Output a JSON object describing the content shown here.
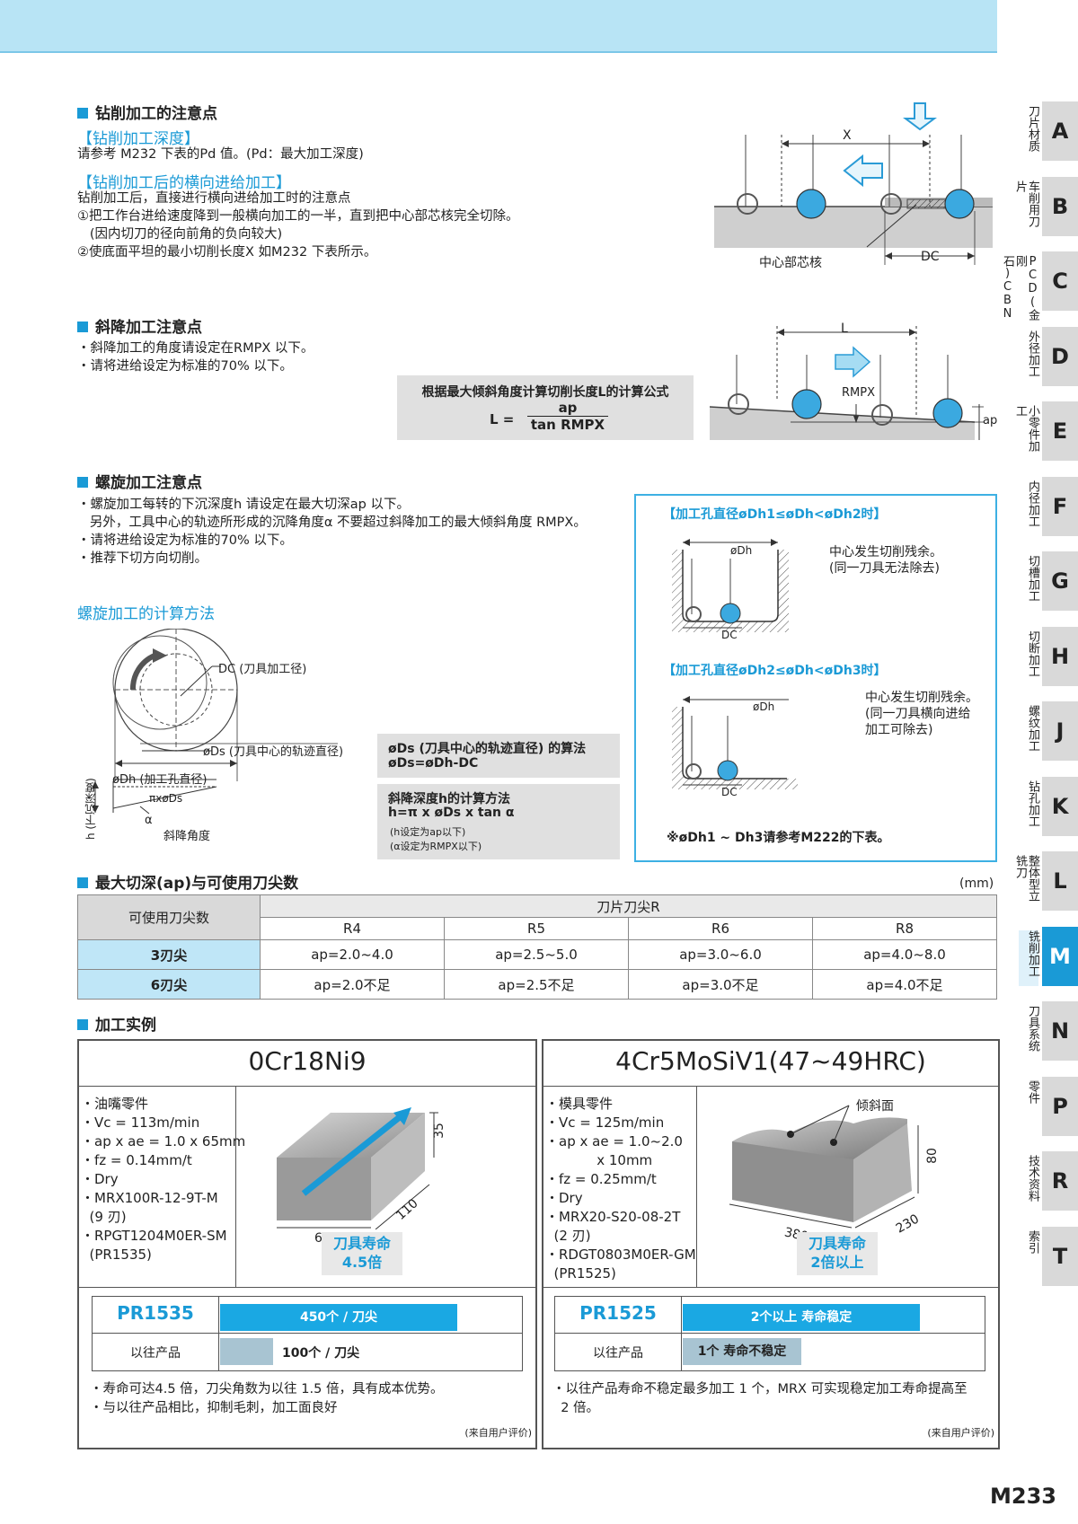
{
  "sec1": {
    "title": "钻削加工的注意点",
    "sub1": "【钻削加工深度】",
    "line1": "请参考 M232 下表的Pd 值。(Pd：最大加工深度)",
    "sub2": "【钻削加工后的横向进给加工】",
    "lines": [
      "钻削加工后，直接进行横向进给加工时的注意点",
      "①把工作台进给速度降到一般横向加工的一半，直到把中心部芯核完全切除。",
      "   (因内切刀的径向前角的负向较大)",
      "②使底面平坦的最小切削长度X 如M232 下表所示。"
    ],
    "fig_x": "X",
    "fig_core": "中心部芯核",
    "fig_dc": "DC"
  },
  "sec2": {
    "title": "斜降加工注意点",
    "lines": [
      "・斜降加工的角度请设定在RMPX 以下。",
      "・请将进给设定为标准的70% 以下。"
    ],
    "formula_title": "根据最大倾斜角度计算切削长度L的计算公式",
    "formula_l": "L =",
    "formula_num": "ap",
    "formula_den": "tan RMPX",
    "fig_l": "L",
    "fig_rmpx": "RMPX",
    "fig_ap": "ap"
  },
  "sec3": {
    "title": "螺旋加工注意点",
    "lines": [
      "・螺旋加工每转的下沉深度h 请设定在最大切深ap 以下。",
      "   另外，工具中心的轨迹所形成的沉降角度α 不要超过斜降加工的最大倾斜角度 RMPX。",
      "・请将进给设定为标准的70% 以下。",
      "・推荐下切方向切削。"
    ],
    "calc_title": "螺旋加工的计算方法",
    "fig_dc": "DC (刀具加工径)",
    "fig_ds": "øDs (刀具中心的轨迹直径)",
    "fig_dh": "øDh (加工孔直径)",
    "fig_pi": "πxøDs",
    "fig_h": "h (下沉深度)",
    "fig_alpha": "α",
    "fig_angle": "斜降角度",
    "box1_l1": "øDs (刀具中心的轨迹直径) 的算法",
    "box1_l2": "øDs=øDh-DC",
    "box2_l1": "斜降深度h的计算方法",
    "box2_l2": "h=π x øDs x tan α",
    "box2_l3": "(h设定为ap以下)",
    "box2_l4": "(α设定为RMPX以下)"
  },
  "helix_box": {
    "t1": "【加工孔直径øDh1≤øDh<øDh2时】",
    "dh1": "øDh",
    "note1": "中心发生切削残余。\n(同一刀具无法除去)",
    "dc1": "DC",
    "t2": "【加工孔直径øDh2≤øDh<øDh3时】",
    "dh2": "øDh",
    "note2": "中心发生切削残余。\n(同一刀具横向进给\n加工可除去)",
    "dc2": "DC",
    "foot": "※øDh1 ~ Dh3请参考M222的下表。"
  },
  "sec4": {
    "title": "最大切深(ap)与可使用刀尖数",
    "unit": "(mm)",
    "h_count": "可使用刀尖数",
    "h_group": "刀片刀尖R",
    "cols": [
      "R4",
      "R5",
      "R6",
      "R8"
    ],
    "rows": [
      {
        "label": "3刃尖",
        "vals": [
          "ap=2.0~4.0",
          "ap=2.5~5.0",
          "ap=3.0~6.0",
          "ap=4.0~8.0"
        ]
      },
      {
        "label": "6刃尖",
        "vals": [
          "ap=2.0不足",
          "ap=2.5不足",
          "ap=3.0不足",
          "ap=4.0不足"
        ]
      }
    ]
  },
  "sec5": {
    "title": "加工实例",
    "card1": {
      "title": "0Cr18Ni9",
      "spec": "・油嘴零件\n・Vc = 113m/min\n・ap x ae = 1.0 x 65mm\n・fz = 0.14mm/t\n・Dry\n・MRX100R-12-9T-M\n  (9 刃)\n・RPGT1204M0ER-SM\n  (PR1535)",
      "dim_h": "35",
      "dim_d": "110",
      "dim_w": "65",
      "life_l1": "刀具寿命",
      "life_l2": "4.5倍",
      "prod": "PR1535",
      "prod_val": "450个 / 刀尖",
      "prev": "以往产品",
      "prev_val": "100个 / 刀尖",
      "prod_fill": 0.8,
      "prev_fill": 0.18,
      "notes": "・寿命可达4.5 倍，刀尖角数为以往 1.5 倍，具有成本优势。\n・与以往产品相比，抑制毛刺，加工面良好",
      "source": "(来自用户评价)"
    },
    "card2": {
      "title": "4Cr5MoSiV1(47~49HRC)",
      "spec": "・模具零件\n・Vc = 125m/min\n・ap x ae = 1.0~2.0\n            x 10mm\n・fz = 0.25mm/t\n・Dry\n・MRX20-S20-08-2T\n  (2 刃)\n・RDGT0803M0ER-GM\n  (PR1525)",
      "incline": "倾斜面",
      "dim_h": "80",
      "dim_d": "230",
      "dim_w": "380",
      "life_l1": "刀具寿命",
      "life_l2": "2倍以上",
      "prod": "PR1525",
      "prod_val": "2个以上 寿命稳定",
      "prev": "以往产品",
      "prev_val": "1个 寿命不稳定",
      "prod_fill": 0.8,
      "prev_fill": 0.4,
      "notes": "・以往产品寿命不稳定最多加工 1 个，MRX 可实现稳定加工寿命提高至\n  2 倍。",
      "source": "(来自用户评价)"
    }
  },
  "side": {
    "tabs": [
      {
        "letter": "A",
        "text": "刀片材质"
      },
      {
        "letter": "B",
        "text": "车削用刀片"
      },
      {
        "letter": "C",
        "text": "PCD(金刚石)CBN"
      },
      {
        "letter": "D",
        "text": "外径加工"
      },
      {
        "letter": "E",
        "text": "小零件加工"
      },
      {
        "letter": "F",
        "text": "内径加工"
      },
      {
        "letter": "G",
        "text": "切槽加工"
      },
      {
        "letter": "H",
        "text": "切断加工"
      },
      {
        "letter": "J",
        "text": "螺纹加工"
      },
      {
        "letter": "K",
        "text": "钻孔加工"
      },
      {
        "letter": "L",
        "text": "整体型立铣刀"
      },
      {
        "letter": "M",
        "text": "铣削加工"
      },
      {
        "letter": "N",
        "text": "刀具系统"
      },
      {
        "letter": "P",
        "text": "零件"
      },
      {
        "letter": "R",
        "text": "技术资料"
      },
      {
        "letter": "T",
        "text": "索引"
      }
    ],
    "active": "M"
  },
  "page_no": "M233"
}
